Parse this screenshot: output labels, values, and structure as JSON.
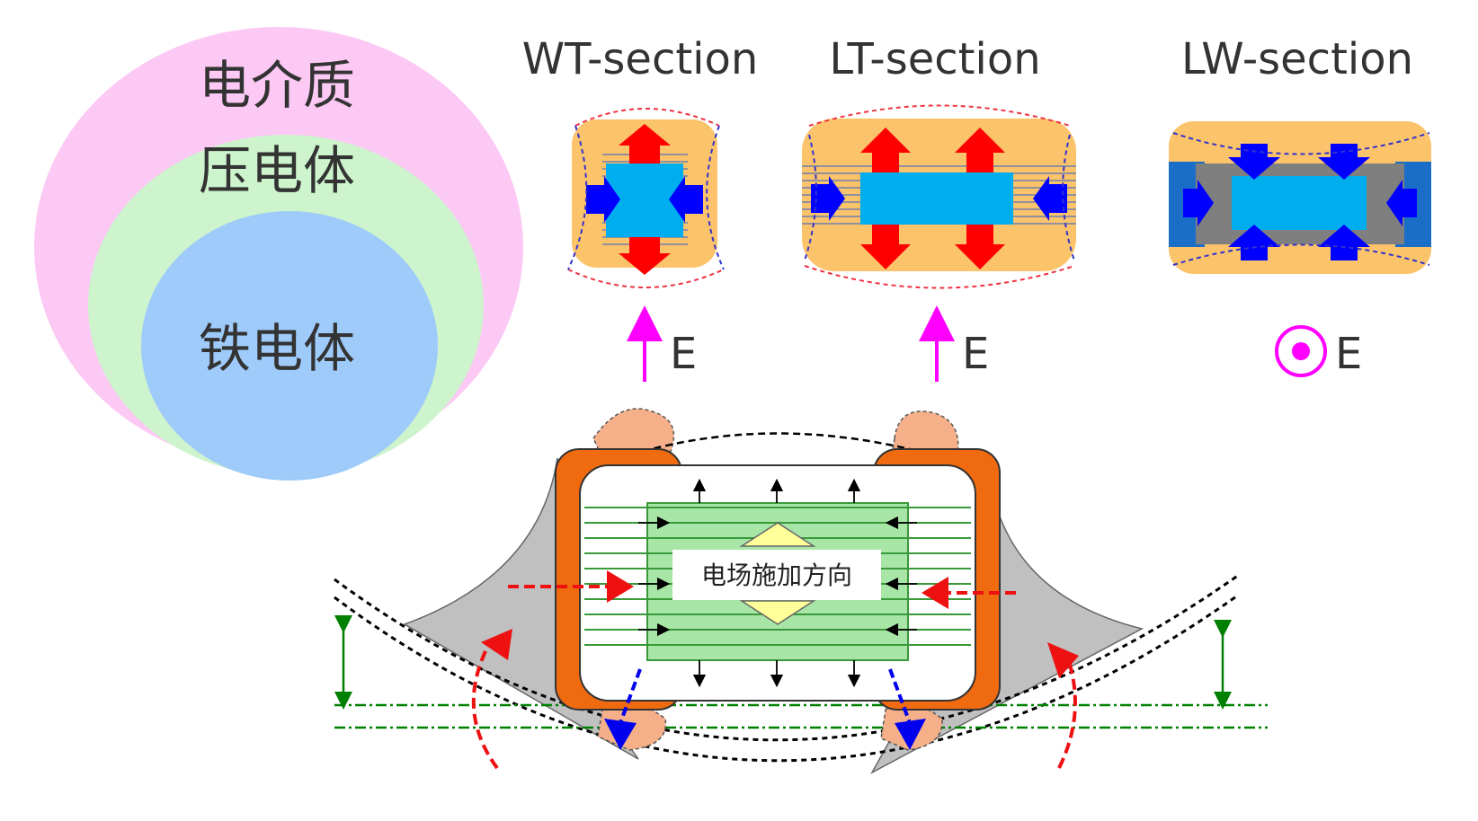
{
  "venn": {
    "outer_label": "电介质",
    "middle_label": "压电体",
    "inner_label": "铁电体",
    "outer_color": "#fcc8f4",
    "middle_color": "#cdf4cd",
    "inner_color": "#9ecbfa"
  },
  "sections": [
    {
      "title": "WT-section",
      "field_label": "E",
      "field_symbol": "up-arrow"
    },
    {
      "title": "LT-section",
      "field_label": "E",
      "field_symbol": "up-arrow"
    },
    {
      "title": "LW-section",
      "field_label": "E",
      "field_symbol": "out-of-page-dot"
    }
  ],
  "chip": {
    "center_label": "电场施加方向",
    "electrode_color": "#f06a10",
    "dielectric_color": "#a8e6a8",
    "solder_color": "#c0c0c0"
  },
  "colors": {
    "body_orange": "#fbc36a",
    "core_blue": "#00aeef",
    "expand_red": "#ff0000",
    "contract_blue": "#0000ff",
    "field_magenta": "#ff00ff",
    "level_green": "#008000"
  }
}
